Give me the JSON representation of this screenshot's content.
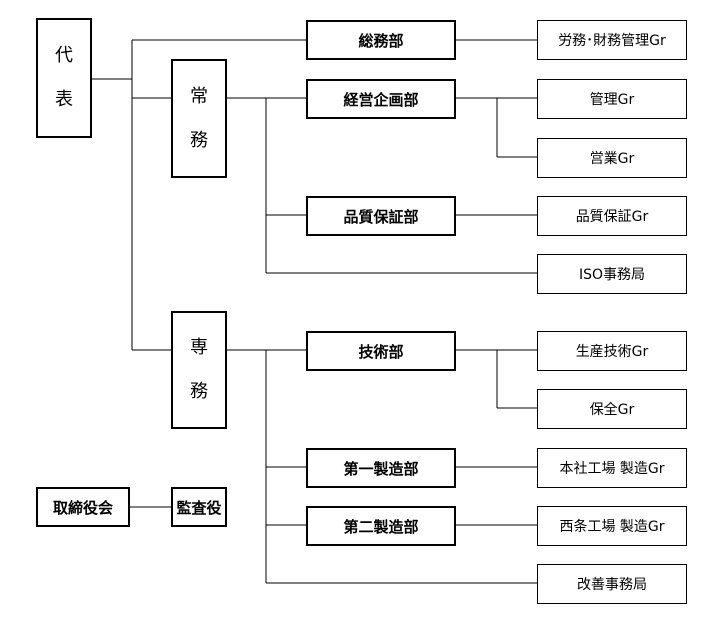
{
  "org": {
    "representative": [
      "代",
      "表"
    ],
    "executive_jomu": [
      "常",
      "務"
    ],
    "executive_senmu": [
      "専",
      "務"
    ],
    "general_affairs_dept": "総務部",
    "labor_finance_group": "労務･財務管理Gr",
    "management_planning_dept": "経営企画部",
    "management_group": "管理Gr",
    "sales_group": "営業Gr",
    "quality_assurance_dept": "品質保証部",
    "quality_assurance_group": "品質保証Gr",
    "iso_office": "ISO事務局",
    "engineering_dept": "技術部",
    "production_engineering_group": "生産技術Gr",
    "maintenance_group": "保全Gr",
    "first_manufacturing_dept": "第一製造部",
    "head_office_plant_group": "本社工場 製造Gr",
    "second_manufacturing_dept": "第二製造部",
    "west_plant_group": "西条工場 製造Gr",
    "improvement_office": "改善事務局",
    "board_of_directors": "取締役会",
    "auditor": "監査役"
  }
}
